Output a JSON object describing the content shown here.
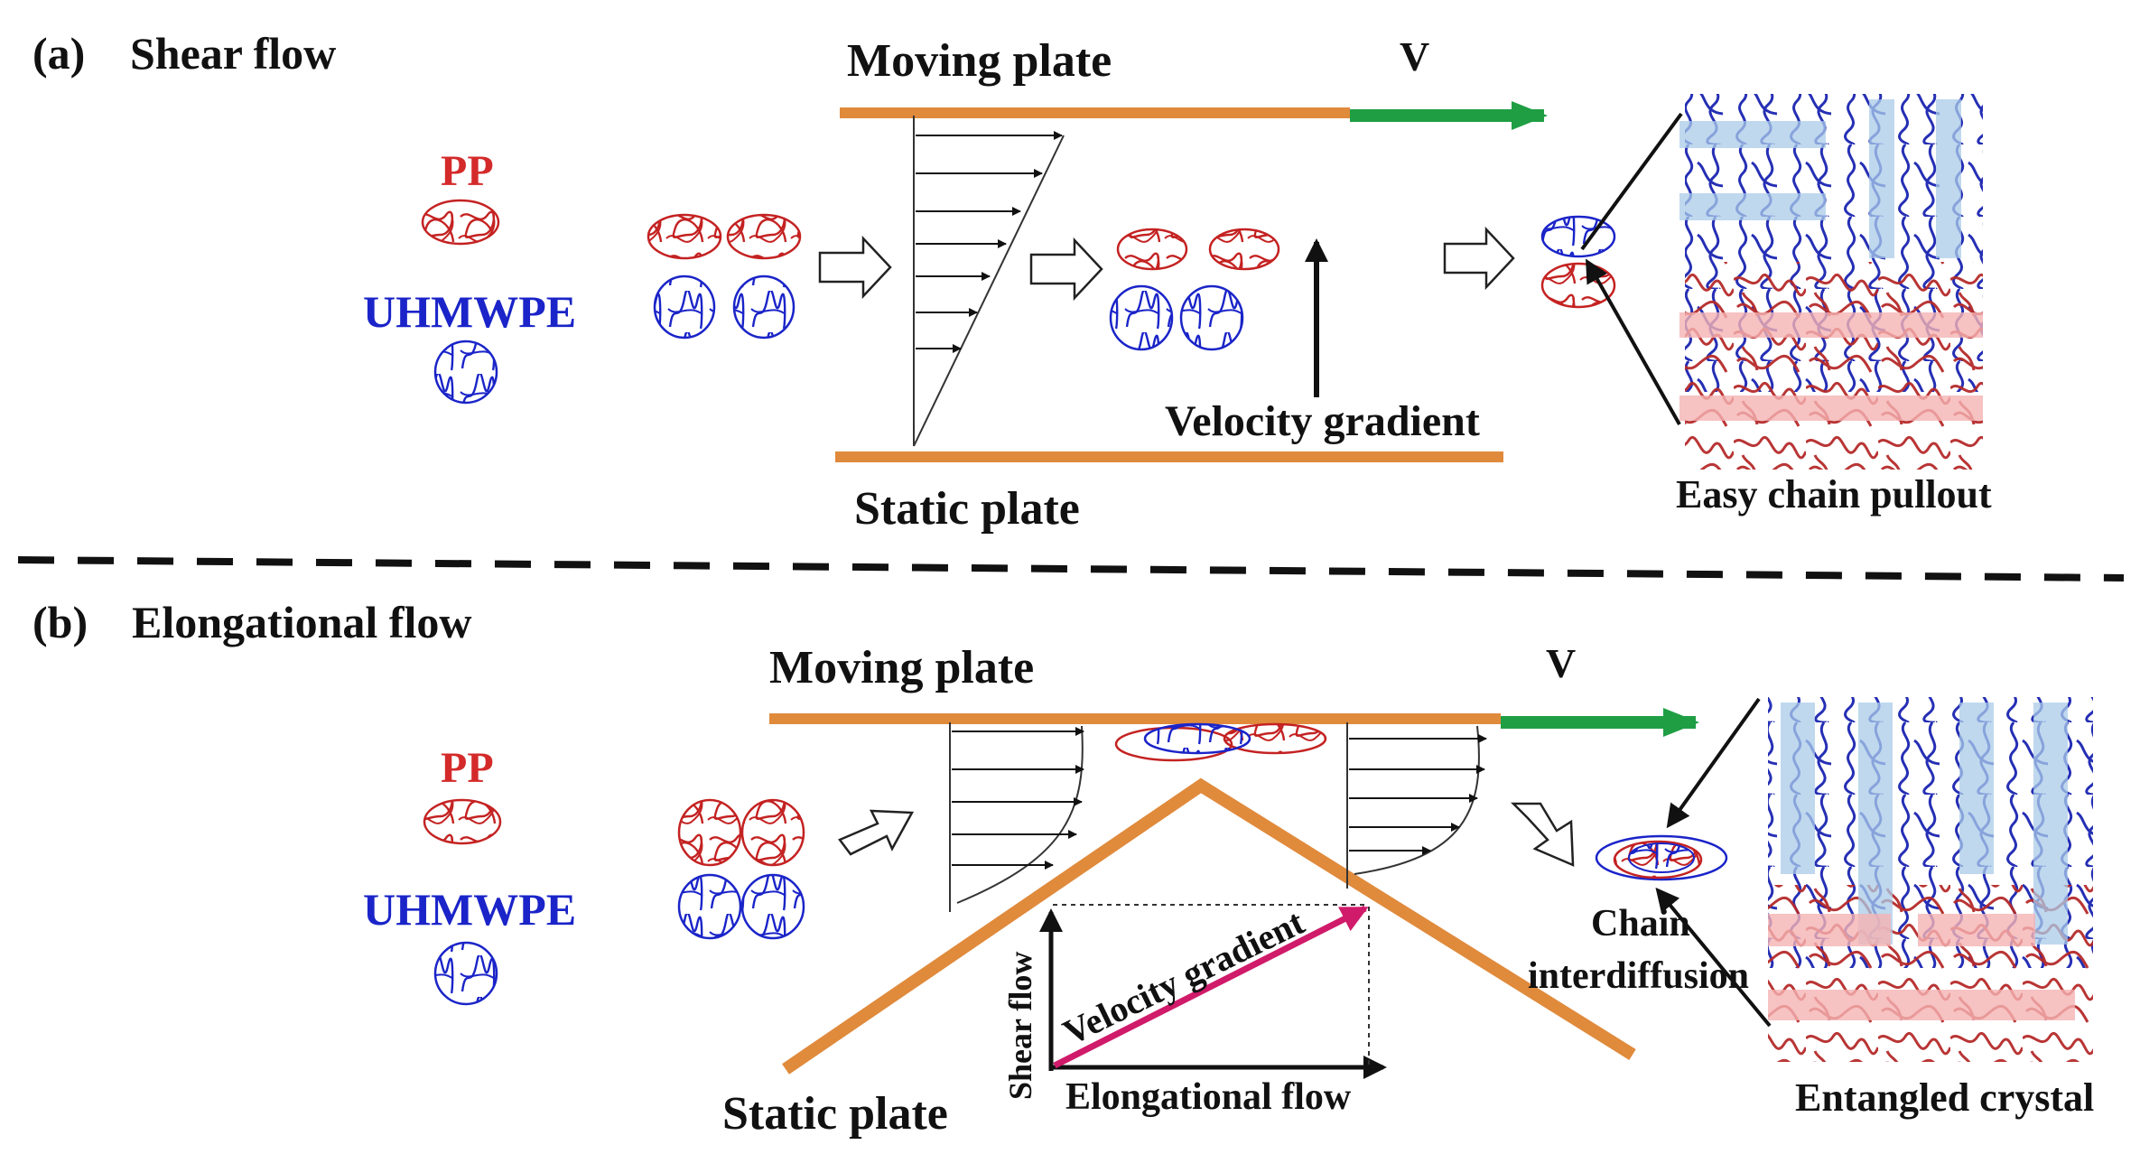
{
  "panels": {
    "a": {
      "tag": "(a)",
      "title": "Shear flow",
      "legend_pp": "PP",
      "legend_uhmwpe": "UHMWPE",
      "moving_plate": "Moving plate",
      "static_plate": "Static plate",
      "velocity_symbol": "V",
      "velocity_gradient": "Velocity gradient",
      "result_caption": "Easy chain pullout"
    },
    "b": {
      "tag": "(b)",
      "title": "Elongational flow",
      "legend_pp": "PP",
      "legend_uhmwpe": "UHMWPE",
      "moving_plate": "Moving plate",
      "static_plate": "Static plate",
      "velocity_symbol": "V",
      "velocity_gradient": "Velocity gradient",
      "shear_axis": "Shear flow",
      "elong_axis": "Elongational flow",
      "interdiffusion_line1": "Chain",
      "interdiffusion_line2": "interdiffusion",
      "result_caption": "Entangled crystal"
    }
  },
  "colors": {
    "pp": "#d42a2a",
    "uhmwpe": "#1a24c8",
    "plate": "#e08a3c",
    "velocity_arrow": "#1f9e44",
    "gradient_arrow": "#d01a6a",
    "pe_crystal_band": "#a9cbe8",
    "pp_crystal_band": "#f5b3b3",
    "pp_chain": "#b52a2a",
    "pe_chain": "#1a24b0"
  }
}
